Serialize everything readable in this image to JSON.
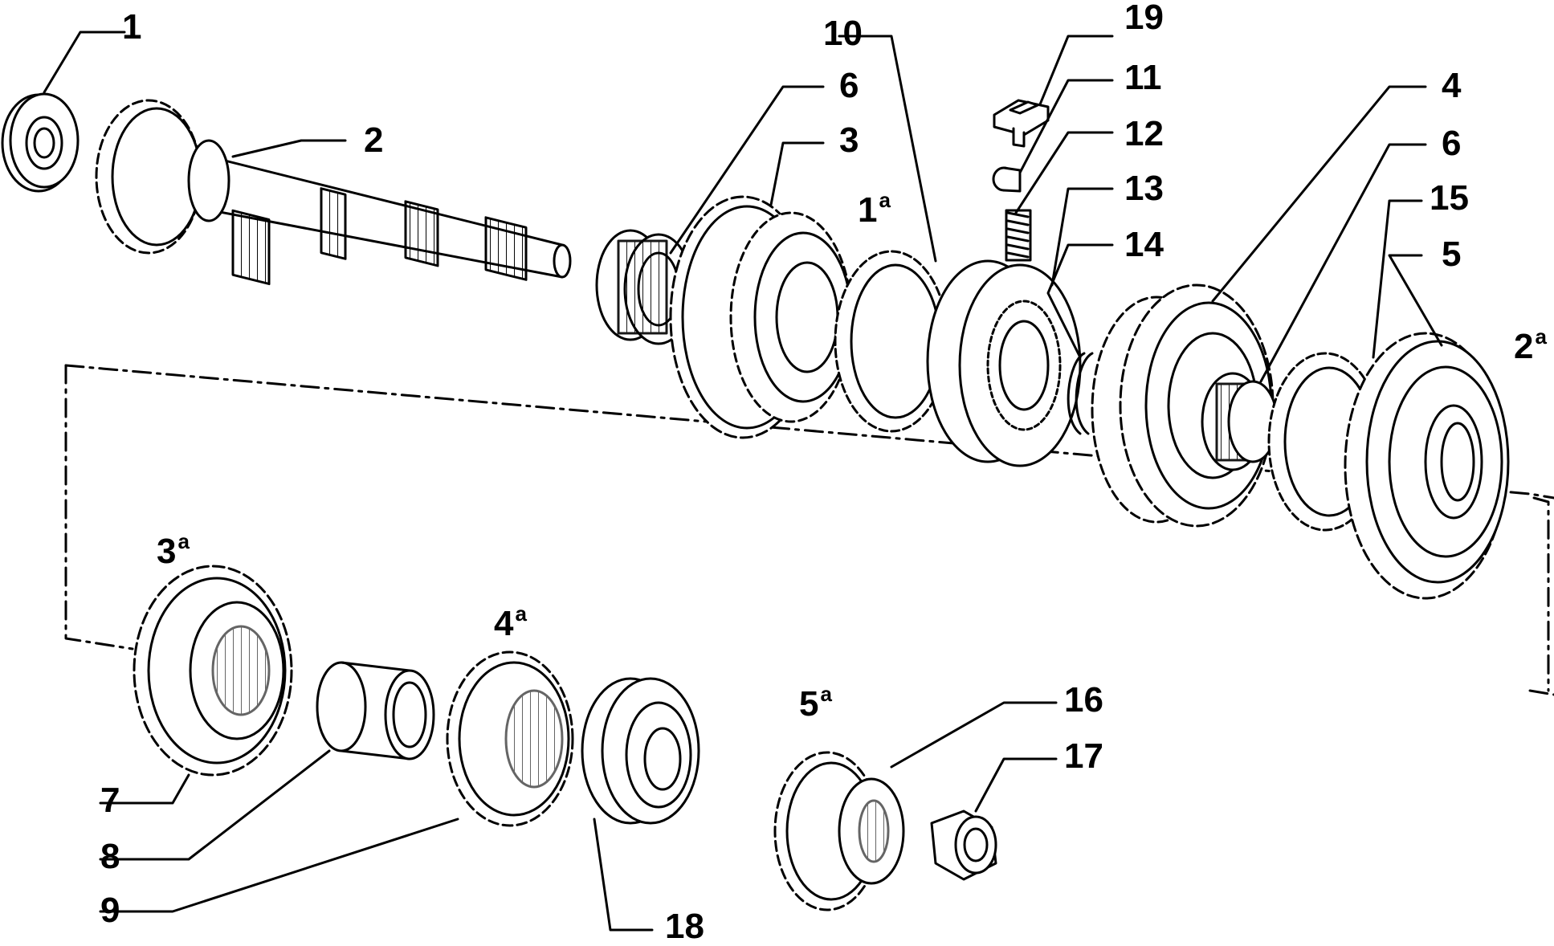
{
  "callouts": [
    "1",
    "2",
    "3",
    "4",
    "5",
    "6",
    "6",
    "7",
    "8",
    "9",
    "10",
    "11",
    "12",
    "13",
    "14",
    "15",
    "16",
    "17",
    "18",
    "19"
  ],
  "gear_ordinals": [
    {
      "num": "1",
      "sup": "a"
    },
    {
      "num": "2",
      "sup": "a"
    },
    {
      "num": "3",
      "sup": "a"
    },
    {
      "num": "4",
      "sup": "a"
    },
    {
      "num": "5",
      "sup": "a"
    }
  ]
}
